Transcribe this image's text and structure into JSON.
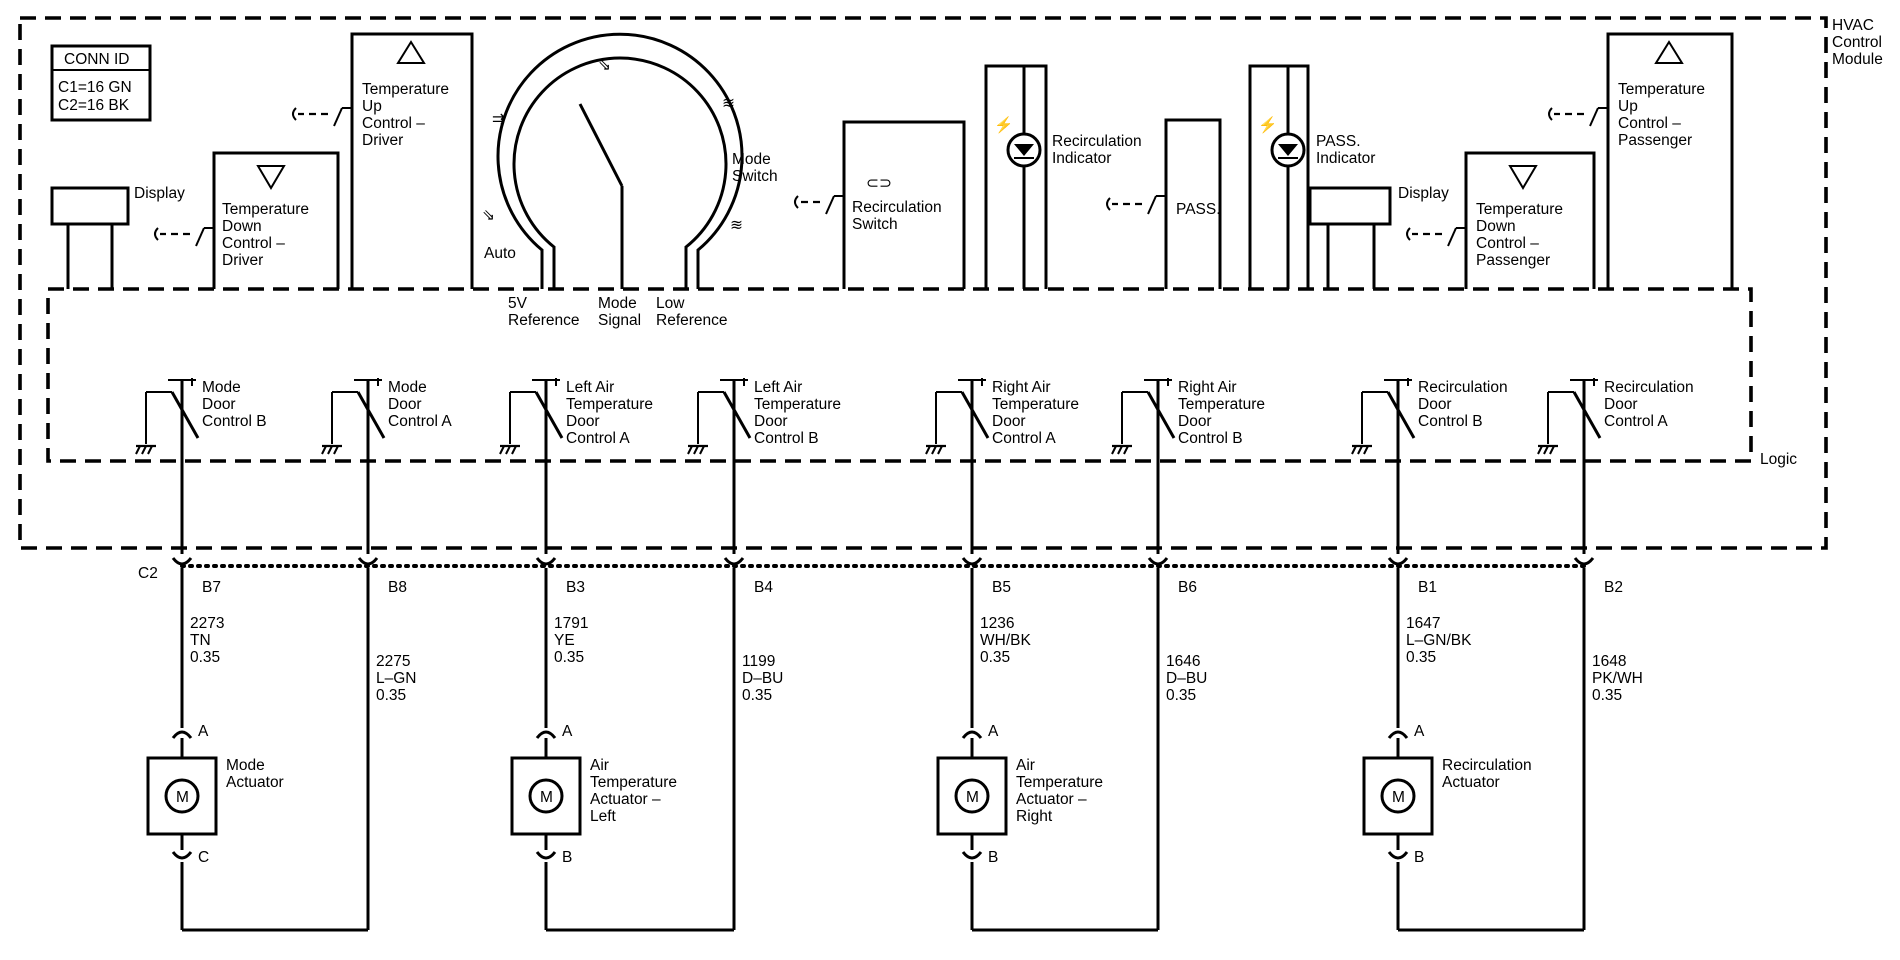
{
  "module_name": [
    "HVAC",
    "Control",
    "Module"
  ],
  "logic_label": "Logic",
  "conn_id": {
    "title": "CONN ID",
    "lines": [
      "C1=16 GN",
      "C2=16 BK"
    ]
  },
  "top": {
    "display_driver": "Display",
    "display_passenger": "Display",
    "temp_down_driver": [
      "Temperature",
      "Down",
      "Control –",
      "Driver"
    ],
    "temp_up_driver": [
      "Temperature",
      "Up",
      "Control –",
      "Driver"
    ],
    "temp_down_pass": [
      "Temperature",
      "Down",
      "Control –",
      "Passenger"
    ],
    "temp_up_pass": [
      "Temperature",
      "Up",
      "Control –",
      "Passenger"
    ],
    "mode_switch": [
      "Mode",
      "Switch"
    ],
    "auto": "Auto",
    "recirc_switch": [
      "Recirculation",
      "Switch"
    ],
    "recirc_indicator": [
      "Recirculation",
      "Indicator"
    ],
    "pass_indicator": [
      "PASS.",
      "Indicator"
    ],
    "pass_switch": "PASS.",
    "refs": {
      "five_v": [
        "5V",
        "Reference"
      ],
      "mode": [
        "Mode",
        "Signal"
      ],
      "low": [
        "Low",
        "Reference"
      ]
    }
  },
  "logic_switches": [
    [
      "Mode",
      "Door",
      "Control B"
    ],
    [
      "Mode",
      "Door",
      "Control A"
    ],
    [
      "Left Air",
      "Temperature",
      "Door",
      "Control A"
    ],
    [
      "Left Air",
      "Temperature",
      "Door",
      "Control B"
    ],
    [
      "Right Air",
      "Temperature",
      "Door",
      "Control A"
    ],
    [
      "Right Air",
      "Temperature",
      "Door",
      "Control B"
    ],
    [
      "Recirculation",
      "Door",
      "Control B"
    ],
    [
      "Recirculation",
      "Door",
      "Control A"
    ]
  ],
  "connector": "C2",
  "pins": [
    "B7",
    "B8",
    "B3",
    "B4",
    "B5",
    "B6",
    "B1",
    "B2"
  ],
  "wires": [
    [
      "2273",
      "TN",
      "0.35"
    ],
    [
      "2275",
      "L–GN",
      "0.35"
    ],
    [
      "1791",
      "YE",
      "0.35"
    ],
    [
      "1199",
      "D–BU",
      "0.35"
    ],
    [
      "1236",
      "WH/BK",
      "0.35"
    ],
    [
      "1646",
      "D–BU",
      "0.35"
    ],
    [
      "1647",
      "L–GN/BK",
      "0.35"
    ],
    [
      "1648",
      "PK/WH",
      "0.35"
    ]
  ],
  "actuators": [
    {
      "name": [
        "Mode",
        "Actuator"
      ],
      "pin_top": "A",
      "pin_bottom": "C",
      "motor": "M"
    },
    {
      "name": [
        "Air",
        "Temperature",
        "Actuator –",
        "Left"
      ],
      "pin_top": "A",
      "pin_bottom": "B",
      "motor": "M"
    },
    {
      "name": [
        "Air",
        "Temperature",
        "Actuator –",
        "Right"
      ],
      "pin_top": "A",
      "pin_bottom": "B",
      "motor": "M"
    },
    {
      "name": [
        "Recirculation",
        "Actuator"
      ],
      "pin_top": "A",
      "pin_bottom": "B",
      "motor": "M"
    }
  ]
}
